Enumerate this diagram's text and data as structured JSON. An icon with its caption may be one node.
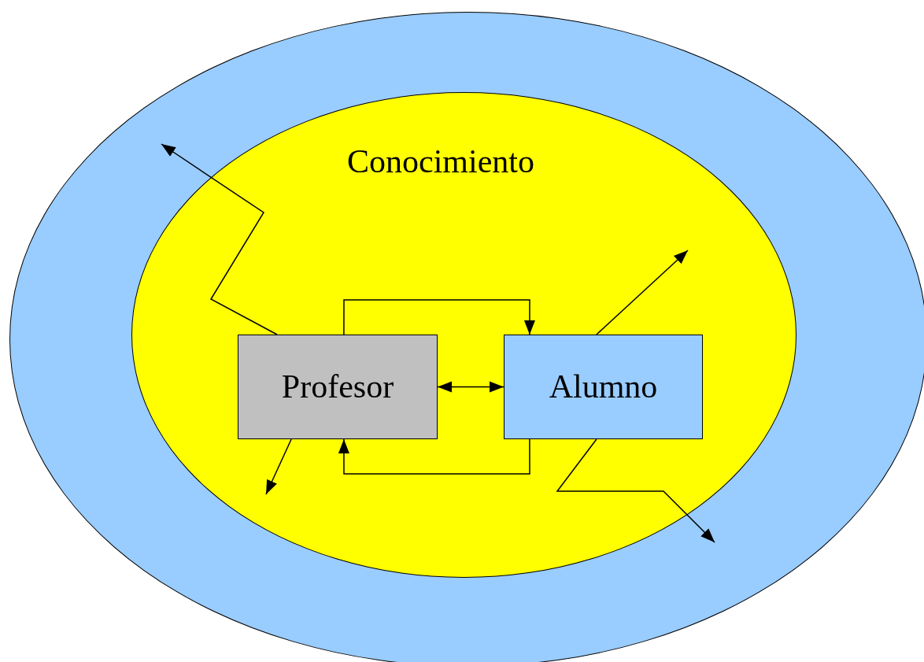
{
  "diagram": {
    "nodes": [
      {
        "text": [],
        "shape": "ellipse"
      },
      {
        "text": [
          "Conocimiento"
        ],
        "in": 0
      },
      {
        "text": [
          "Profesor"
        ],
        "in": 1
      },
      {
        "text": [
          "Alumno"
        ],
        "in": 1
      }
    ],
    "edges": [
      {
        "from": 2,
        "to": 3,
        "arrow": "to"
      },
      {
        "from": 3,
        "to": 2,
        "arrow": "to"
      },
      {
        "from": 2,
        "to": 3,
        "arrow": "both"
      },
      {
        "from": 2,
        "to": null,
        "arrow": "to"
      },
      {
        "from": 2,
        "to": null,
        "arrow": "to"
      },
      {
        "from": 3,
        "to": null,
        "arrow": "to"
      },
      {
        "from": 3,
        "to": null,
        "arrow": "to"
      }
    ]
  }
}
